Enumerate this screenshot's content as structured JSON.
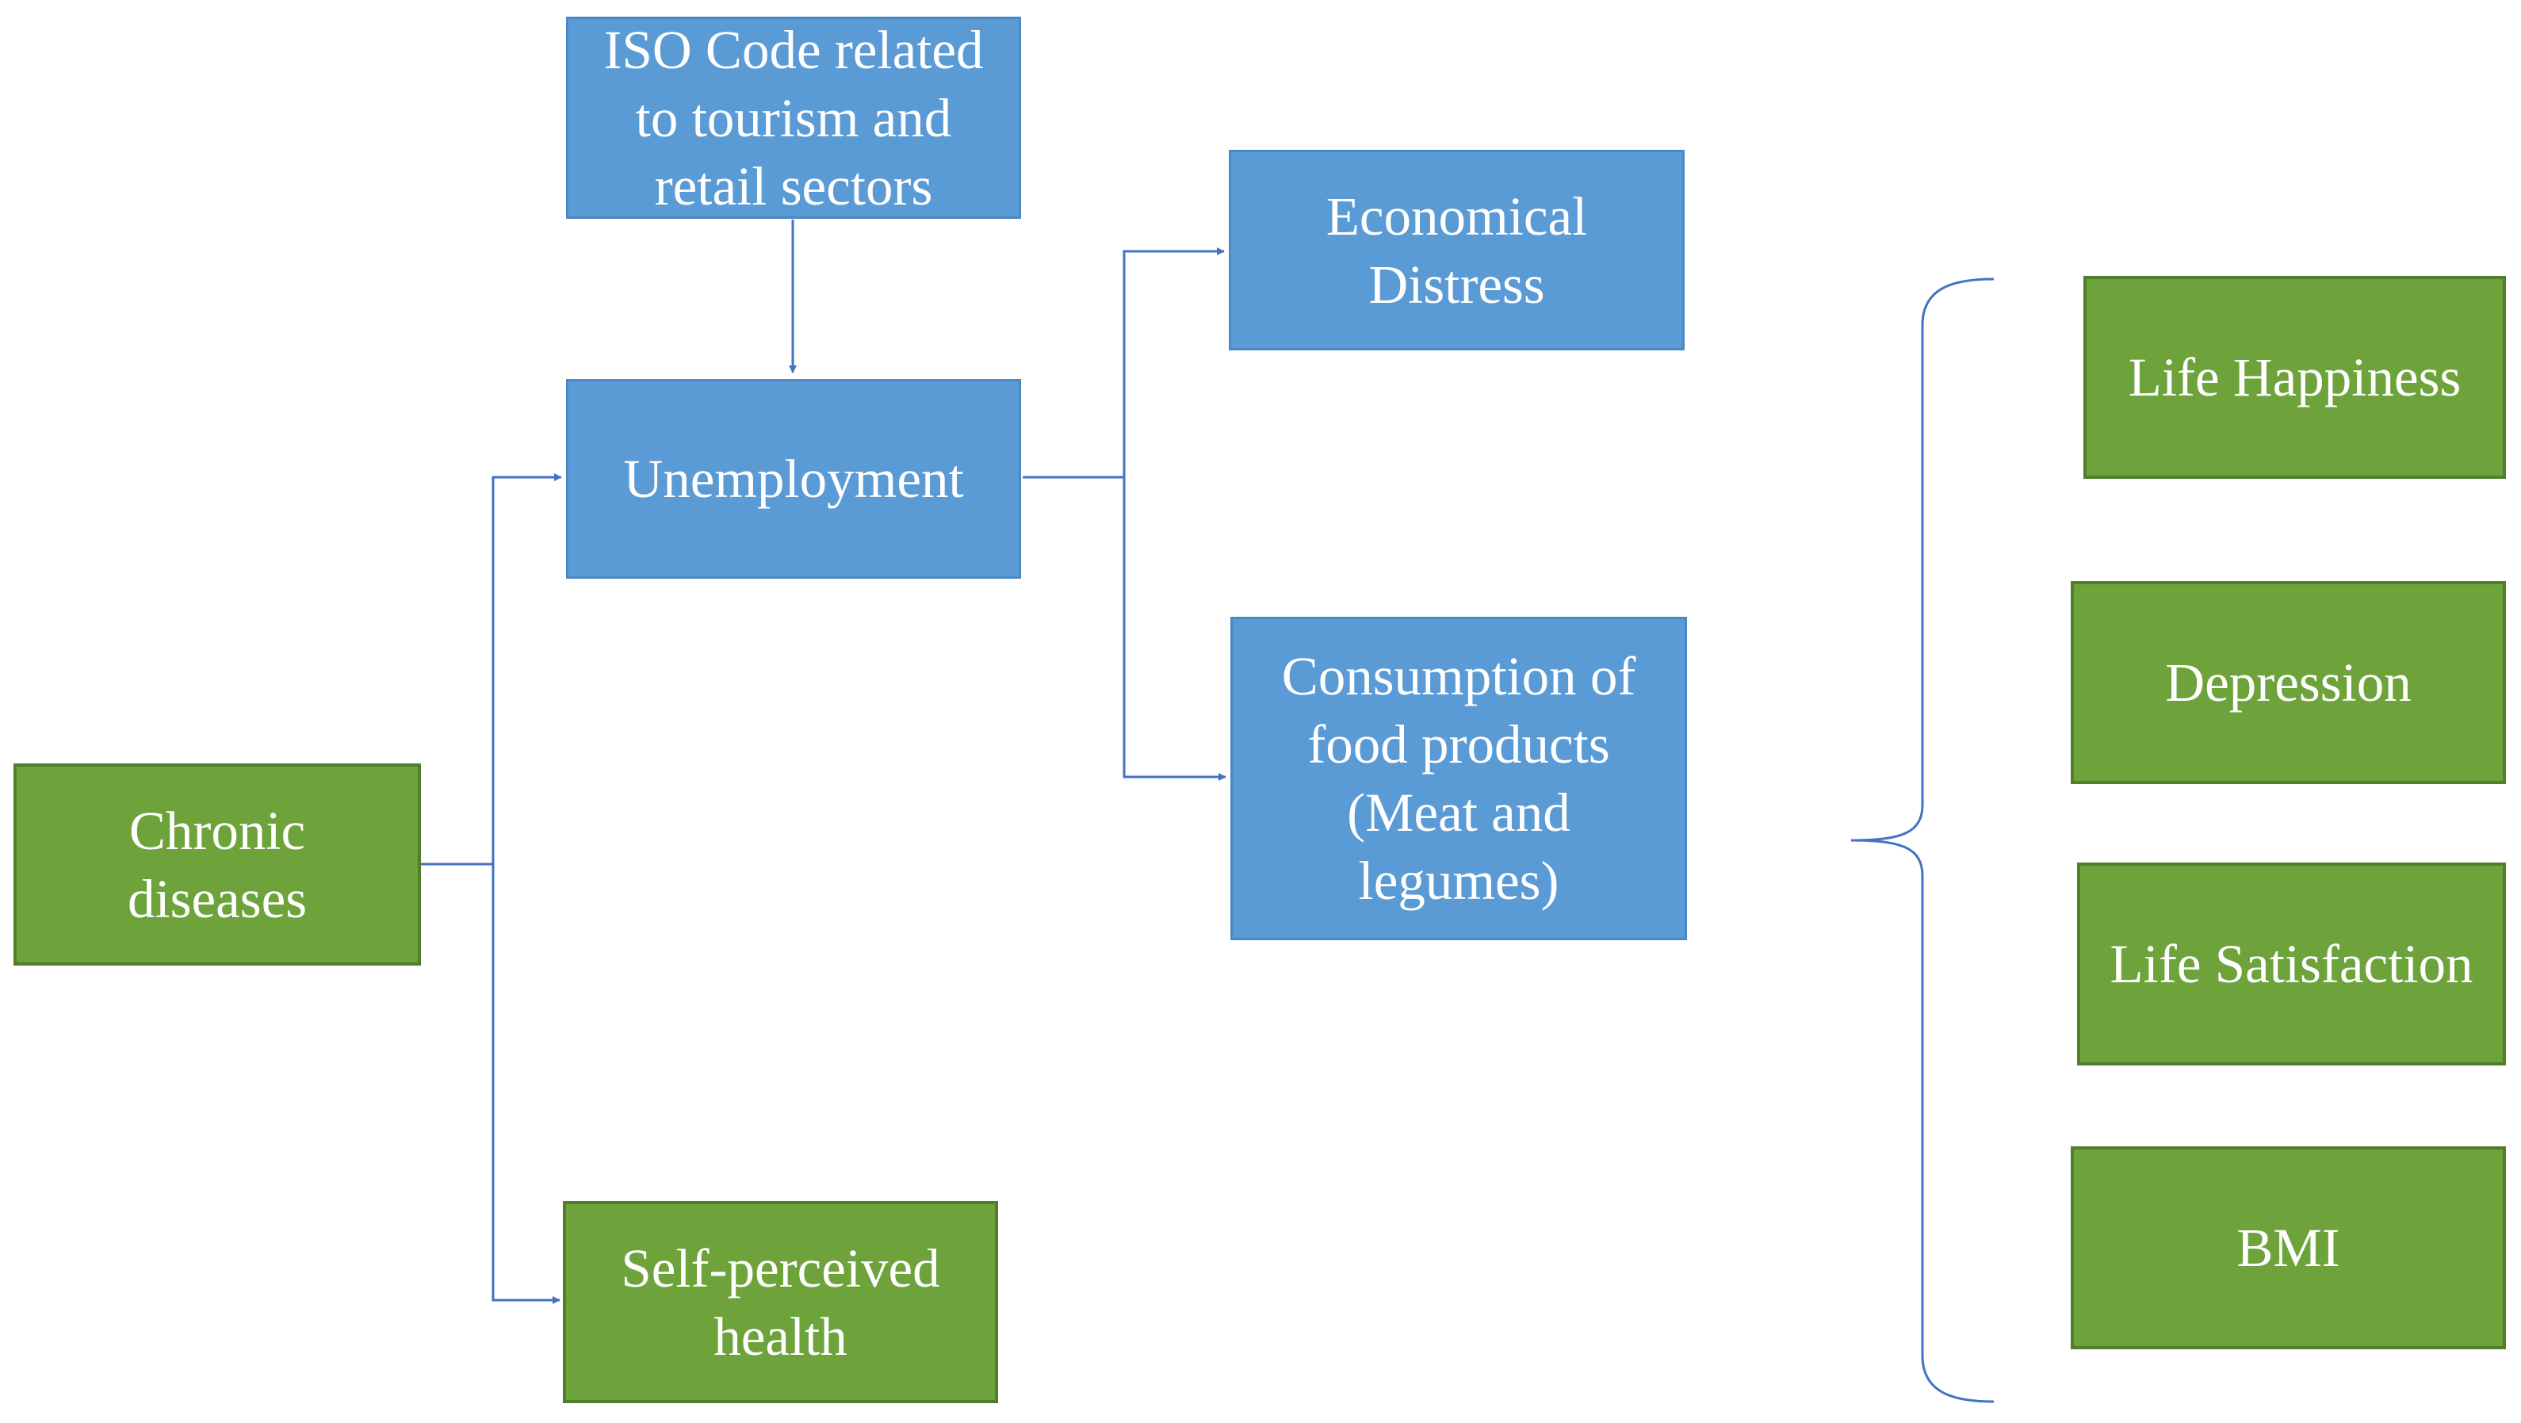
{
  "nodes": {
    "iso_code": {
      "label": "ISO Code related to tourism and retail sectors"
    },
    "unemployment": {
      "label": "Unemployment"
    },
    "economical_distress": {
      "label": "Economical Distress"
    },
    "consumption": {
      "label": "Consumption of food products (Meat and legumes)"
    },
    "chronic_diseases": {
      "label": "Chronic diseases"
    },
    "self_perceived_health": {
      "label": "Self-perceived health"
    },
    "life_happiness": {
      "label": "Life Happiness"
    },
    "depression": {
      "label": "Depression"
    },
    "life_satisfaction": {
      "label": "Life Satisfaction"
    },
    "bmi": {
      "label": "BMI"
    }
  },
  "colors": {
    "blue_box": "#5b9bd5",
    "green_box": "#6ea33c",
    "connector": "#4472c4",
    "text": "#ffffff"
  }
}
